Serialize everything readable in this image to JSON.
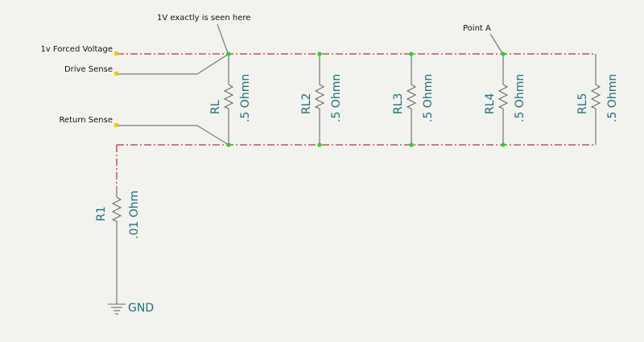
{
  "nets": {
    "forced_voltage": "1v Forced Voltage",
    "drive_sense": "Drive Sense",
    "return_sense": "Return Sense",
    "gnd": "GND"
  },
  "annotations": {
    "exact_voltage": "1V exactly is seen here",
    "point_a": "Point A"
  },
  "resistors": [
    {
      "ref": "RL",
      "value": ".5 Ohmn"
    },
    {
      "ref": "RL2",
      "value": ".5 Ohmn"
    },
    {
      "ref": "RL3",
      "value": ".5 Ohmn"
    },
    {
      "ref": "RL4",
      "value": ".5 Ohmn"
    },
    {
      "ref": "RL5",
      "value": ".5 Ohmn"
    }
  ],
  "sense_resistor": {
    "ref": "R1",
    "value": ".01 Ohm"
  },
  "colors": {
    "background": "#f2f2ee",
    "wire": "#b33a3a",
    "label": "#1b6f7a",
    "junction": "#22d422",
    "pin": "#e6d000"
  }
}
